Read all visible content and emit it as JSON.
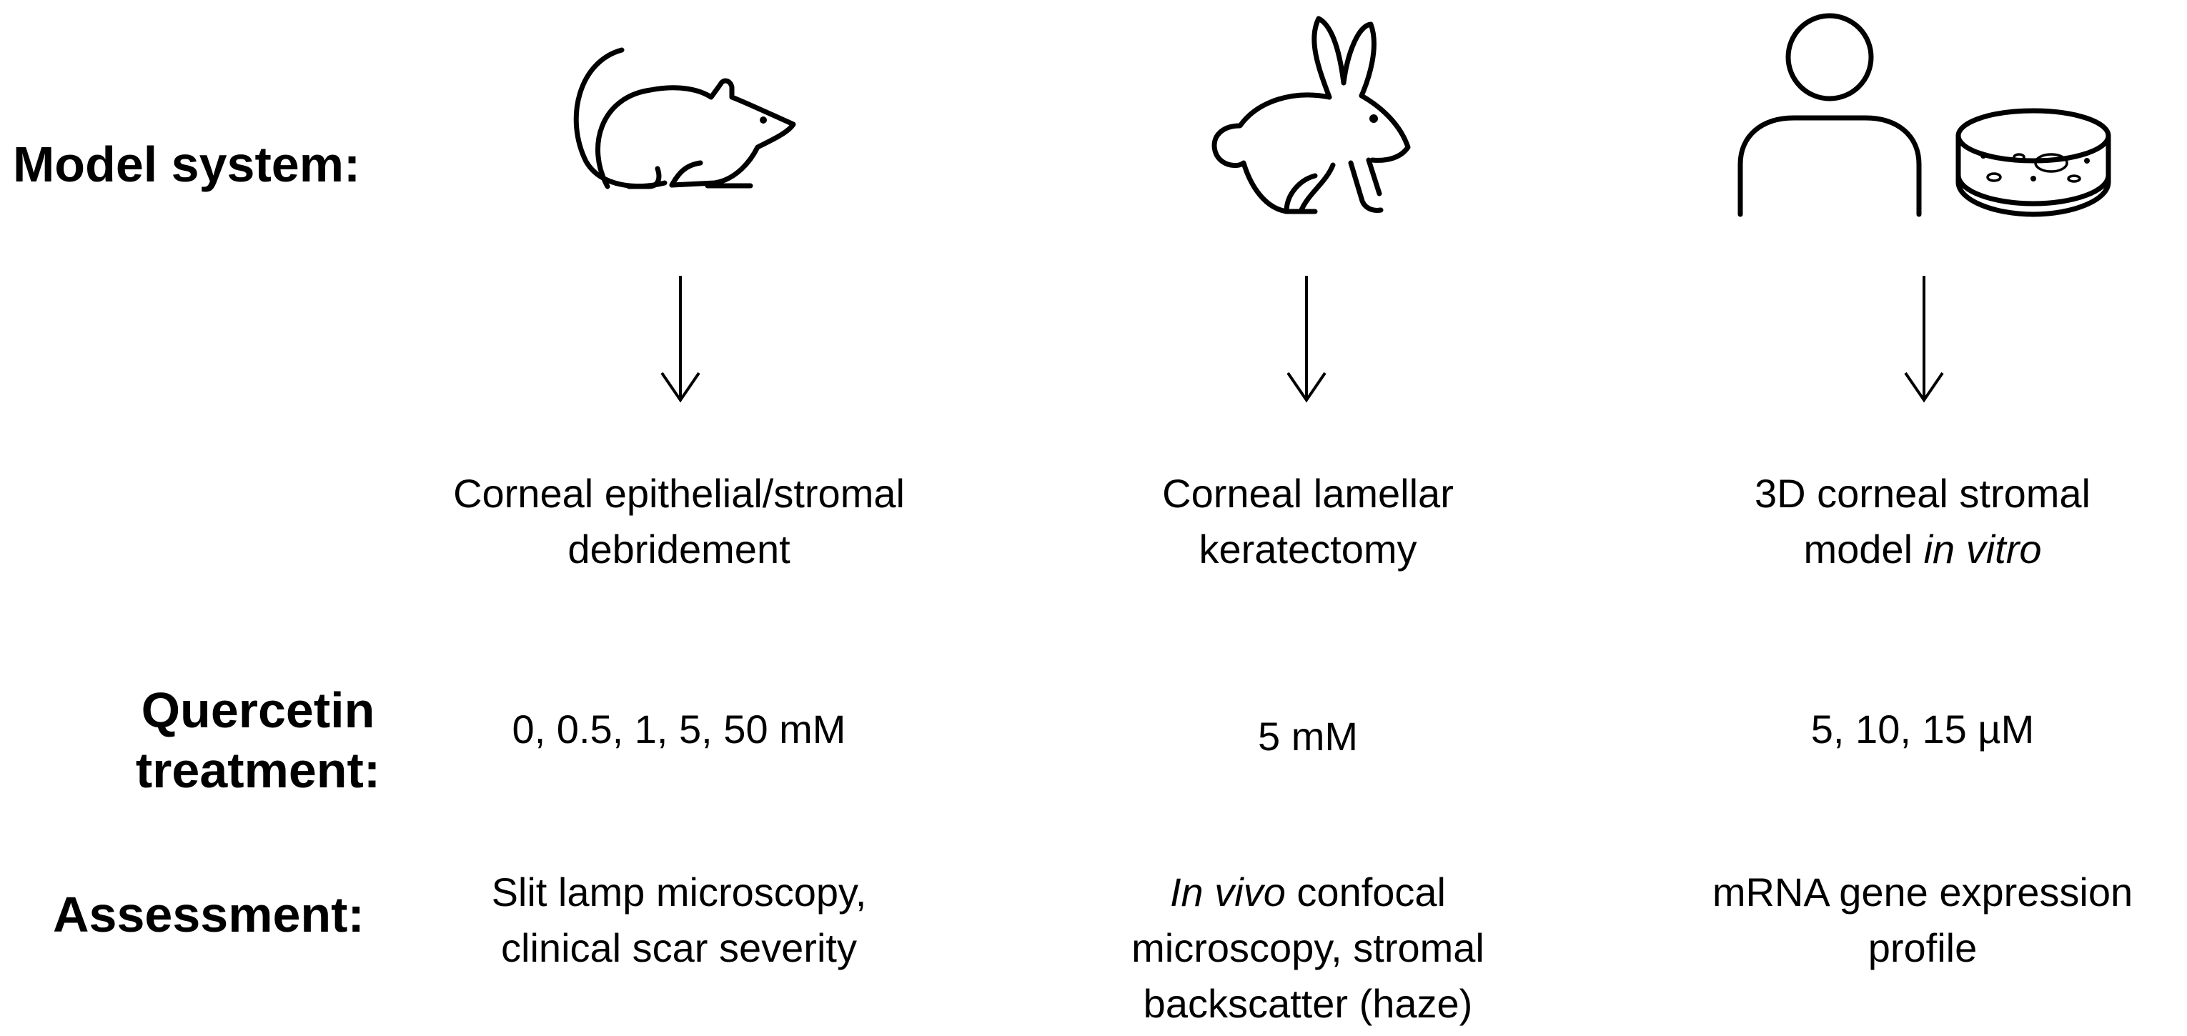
{
  "row_labels": {
    "model_system": "Model system:",
    "treatment_line1": "Quercetin",
    "treatment_line2": "treatment:",
    "assessment": "Assessment:"
  },
  "columns": [
    {
      "icon": "mouse-icon",
      "model_line1": "Corneal epithelial/stromal",
      "model_line2": "debridement",
      "treatment": "0, 0.5, 1, 5, 50 mM",
      "assessment_line1": "Slit lamp microscopy,",
      "assessment_line2": "clinical scar severity"
    },
    {
      "icon": "rabbit-icon",
      "model_line1": "Corneal lamellar",
      "model_line2": "keratectomy",
      "treatment": "5 mM",
      "assessment_line1_italic": "In vivo",
      "assessment_line1_rest": " confocal",
      "assessment_line2": "microscopy, stromal",
      "assessment_line3": "backscatter (haze)"
    },
    {
      "icon": "human-and-petri-dish-icon",
      "model_line1": "3D corneal stromal",
      "model_line2_plain": "model ",
      "model_line2_italic": "in vitro",
      "treatment": "5, 10, 15 µM",
      "assessment_line1": "mRNA gene expression",
      "assessment_line2": "profile"
    }
  ]
}
